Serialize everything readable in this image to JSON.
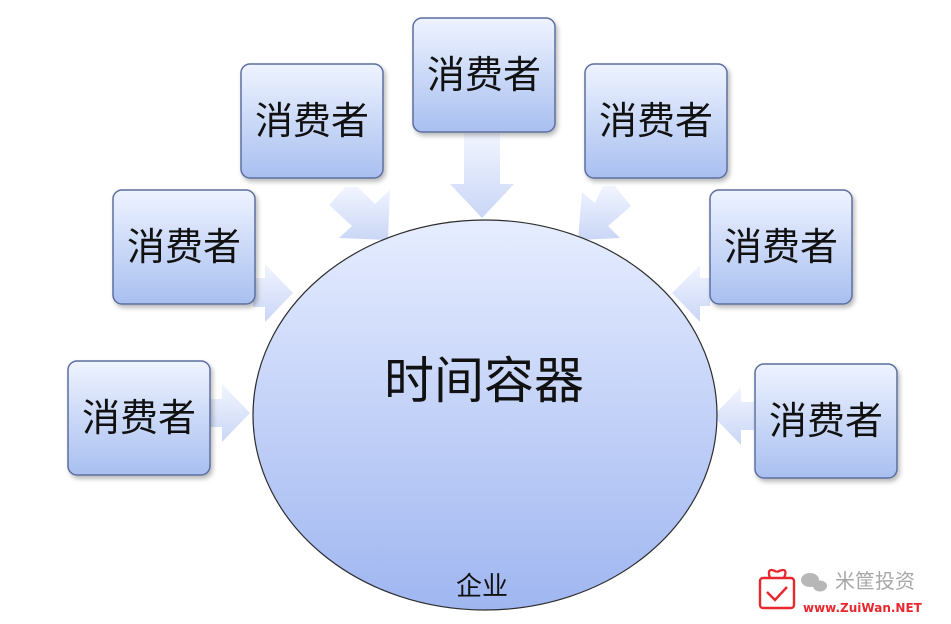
{
  "diagram": {
    "center": {
      "label": "时间容器",
      "sublabel": "企业"
    },
    "consumers": [
      {
        "label": "消费者"
      },
      {
        "label": "消费者"
      },
      {
        "label": "消费者"
      },
      {
        "label": "消费者"
      },
      {
        "label": "消费者"
      },
      {
        "label": "消费者"
      },
      {
        "label": "消费者"
      }
    ]
  },
  "watermark": {
    "text": "米筐投资",
    "site": "www.ZuiWan.NET"
  },
  "colors": {
    "box_top": "#eef3ff",
    "box_bottom": "#a8bff0",
    "box_stroke": "#5c6e9e",
    "circle_top": "#e6edff",
    "circle_bottom": "#9fb6f0",
    "arrow_top": "#f2f5ff",
    "arrow_bottom": "#c9d6f6",
    "watermark_red": "#e8282e"
  }
}
